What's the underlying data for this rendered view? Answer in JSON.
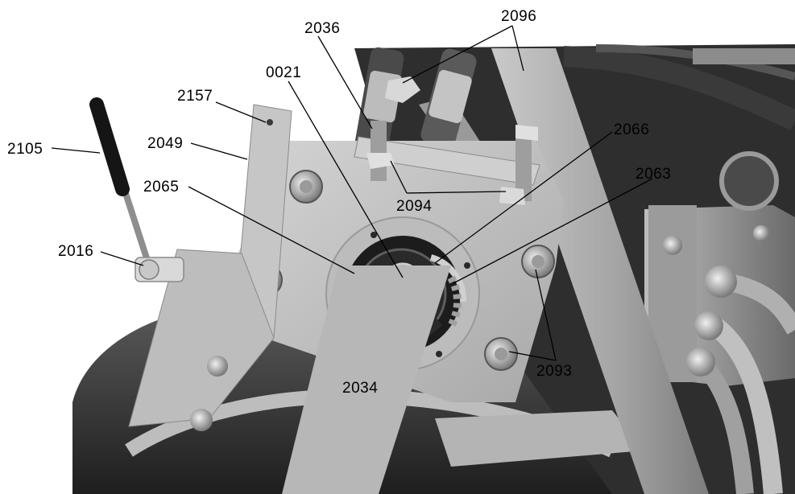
{
  "figure": {
    "background": "#ffffff",
    "photo_tones": [
      "#2b2b2b",
      "#6d6d6d",
      "#a9a9a9",
      "#d2d2d2"
    ],
    "callouts": [
      {
        "id": "2096",
        "text": "2096"
      },
      {
        "id": "2036",
        "text": "2036"
      },
      {
        "id": "0021",
        "text": "0021"
      },
      {
        "id": "2157",
        "text": "2157"
      },
      {
        "id": "2105",
        "text": "2105"
      },
      {
        "id": "2049",
        "text": "2049"
      },
      {
        "id": "2066",
        "text": "2066"
      },
      {
        "id": "2063",
        "text": "2063"
      },
      {
        "id": "2065",
        "text": "2065"
      },
      {
        "id": "2094",
        "text": "2094"
      },
      {
        "id": "2016",
        "text": "2016"
      },
      {
        "id": "2093",
        "text": "2093"
      },
      {
        "id": "2034",
        "text": "2034"
      }
    ]
  }
}
